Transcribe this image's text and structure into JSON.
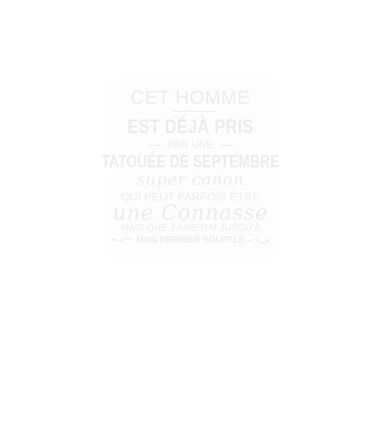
{
  "design": {
    "line1": "CET HOMME",
    "line2": "EST DÉJÀ PRIS",
    "line3": "PAR UNE",
    "line4": "TATOUÉE DE SEPTEMBRE",
    "line5": "super canon",
    "line6": "QUI PEUT PARFOIS ÊTRE",
    "line7": "une Connasse",
    "line8": "MAIS QUE J'AIMERAI JUSQU'À",
    "line9": "MON DERNIER SOUFFLE"
  },
  "colors": {
    "background": "#ffffff",
    "text": "#ececec"
  }
}
